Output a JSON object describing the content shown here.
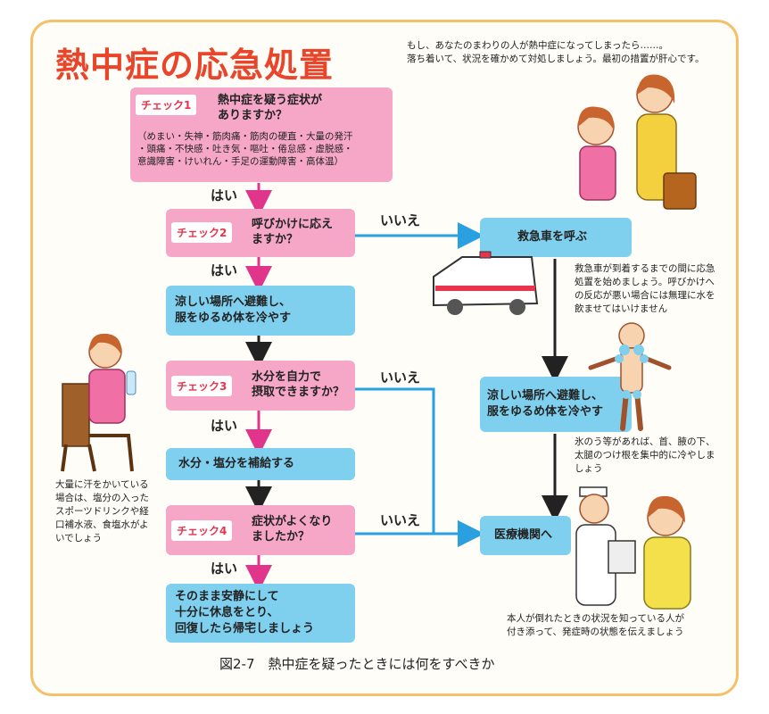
{
  "title": "熱中症の応急処置",
  "intro": [
    "もし、あなたのまわりの人が熱中症になってしまったら……。",
    "落ち着いて、状況を確かめて対処しましょう。最初の措置が肝心です。"
  ],
  "check1": {
    "tag": "チェック1",
    "question": [
      "熱中症を疑う症状が",
      "ありますか？"
    ],
    "details": [
      "（めまい・失神・筋肉痛・筋肉の硬直・大量の発汗",
      "・頭痛・不快感・吐き気・嘔吐・倦怠感・虚脱感・",
      "意識障害・けいれん・手足の運動障害・高体温）"
    ]
  },
  "check2": {
    "tag": "チェック2",
    "question": [
      "呼びかけに応え",
      "ますか？"
    ]
  },
  "cool_left": [
    "涼しい場所へ避難し、",
    "服をゆるめ体を冷やす"
  ],
  "check3": {
    "tag": "チェック3",
    "question": [
      "水分を自力で",
      "摂取できますか？"
    ]
  },
  "hydrate": "水分・塩分を補給する",
  "check4": {
    "tag": "チェック4",
    "question": [
      "症状がよくなり",
      "ましたか？"
    ]
  },
  "rest": [
    "そのまま安静にして",
    "十分に休息をとり、",
    "回復したら帰宅しましょう"
  ],
  "yes_label": "はい",
  "no_label": "いいえ",
  "ambulance": "救急車を呼ぶ",
  "cool_right": [
    "涼しい場所へ避難し、",
    "服をゆるめ体を冷やす"
  ],
  "hospital": "医療機関へ",
  "note_ambulance": "救急車が到着するまでの間に応急処置を始めましょう。呼びかけへの反応が悪い場合には無理に水を飲ませてはいけません",
  "note_ice": "氷のう等があれば、首、腋の下、太腿のつけ根を集中的に冷やしましょう",
  "note_sweat": "大量に汗をかいている場合は、塩分の入ったスポーツドリンクや経口補水液、食塩水がよいでしょう",
  "note_hospital": [
    "本人が倒れたときの状況を知っている人が",
    "付き添って、発症時の状態を伝えましょう"
  ],
  "caption": "図2-7　熱中症を疑ったときには何をすべきか",
  "colors": {
    "pink_box": "#f6a6c6",
    "blue_box": "#7fd0ef",
    "title": "#e8452b",
    "arrow_pink": "#e0358a",
    "arrow_blue": "#2aa0e0",
    "arrow_dark": "#222222",
    "frame": "#f5c06a"
  }
}
